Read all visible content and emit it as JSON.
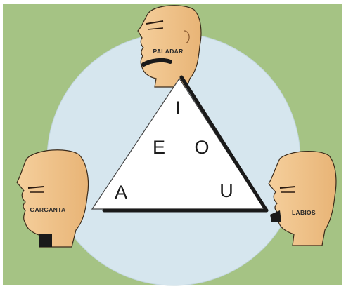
{
  "labels": {
    "top_head": "PALADAR",
    "left_head": "GARGANTA",
    "right_head": "LABIOS"
  },
  "vowels": {
    "i": "I",
    "e": "E",
    "o": "O",
    "a": "A",
    "u": "U"
  },
  "colors": {
    "background": "#a5c384",
    "circle": "#d6e6ee",
    "skin": "#f2c68e",
    "triangle": "#ffffff",
    "outline": "#1a1a1a"
  }
}
